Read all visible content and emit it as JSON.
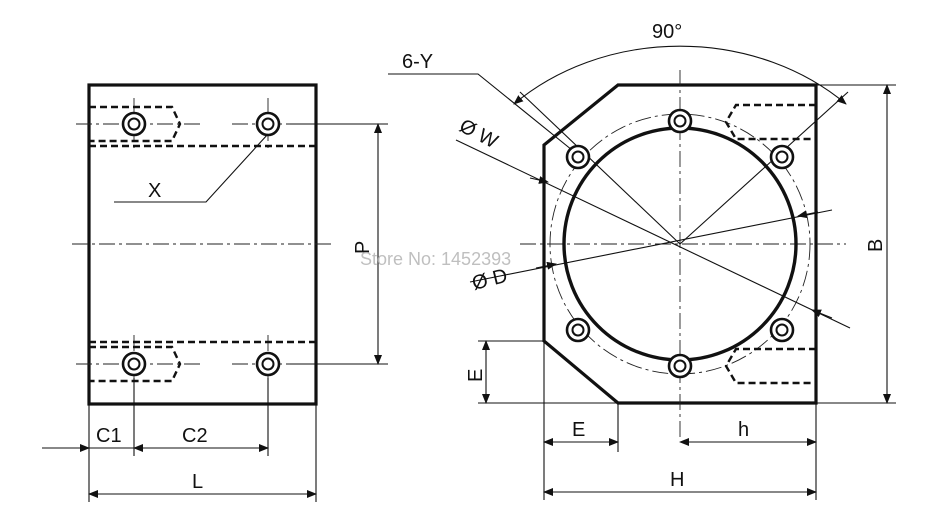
{
  "labels": {
    "x": "X",
    "p": "P",
    "c1": "C1",
    "c2": "C2",
    "l": "L",
    "angle": "90°",
    "holes": "6-Y",
    "w": "Ø W",
    "d": "Ø D",
    "b": "B",
    "e_vertical": "E",
    "e_horizontal": "E",
    "h": "h",
    "H": "H"
  },
  "watermark": "Store No: 1452393"
}
